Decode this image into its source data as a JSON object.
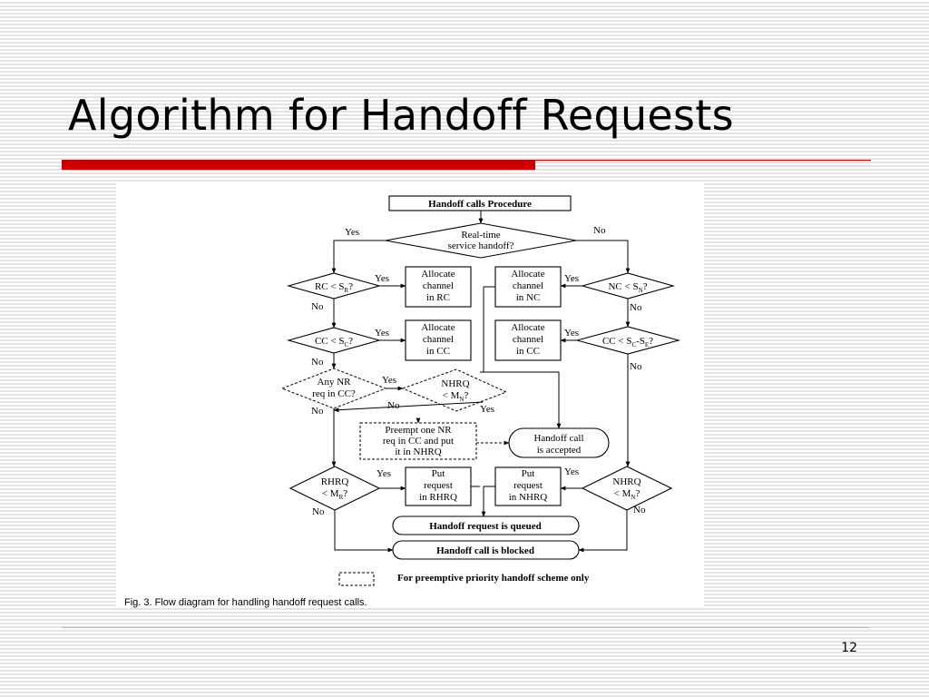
{
  "slide": {
    "title": "Algorithm for Handoff Requests",
    "page_number": "12"
  },
  "diagram": {
    "start": "Handoff calls Procedure",
    "realtime_line1": "Real-time",
    "realtime_line2": "service handoff?",
    "rc_check": {
      "base": "RC < S",
      "sub": "R",
      "tail": "?"
    },
    "nc_check": {
      "base": "NC < S",
      "sub": "N",
      "tail": "?"
    },
    "cc_sc_check": {
      "base": "CC < S",
      "sub": "C",
      "tail": "?"
    },
    "cc_sce_check": {
      "base": "CC < S",
      "sub": "C",
      "mid": "-S",
      "sub2": "E",
      "tail": "?"
    },
    "alloc_rc": [
      "Allocate",
      "channel",
      "in RC"
    ],
    "alloc_nc": [
      "Allocate",
      "channel",
      "in NC"
    ],
    "alloc_cc_left": [
      "Allocate",
      "channel",
      "in CC"
    ],
    "alloc_cc_right": [
      "Allocate",
      "channel",
      "in CC"
    ],
    "any_nr": [
      "Any NR",
      "req in CC?"
    ],
    "nhrq_mn_dashed": {
      "line1": "NHRQ",
      "base": "< M",
      "sub": "N",
      "tail": "?"
    },
    "preempt": [
      "Preempt one NR",
      "req in CC and put",
      "it in NHRQ"
    ],
    "accepted": [
      "Handoff call",
      "is accepted"
    ],
    "rhrq_check": {
      "line1": "RHRQ",
      "base": "< M",
      "sub": "R",
      "tail": "?"
    },
    "nhrq_check": {
      "line1": "NHRQ",
      "base": "< M",
      "sub": "N",
      "tail": "?"
    },
    "put_rhrq": [
      "Put",
      "request",
      "in RHRQ"
    ],
    "put_nhrq": [
      "Put",
      "request",
      "in NHRQ"
    ],
    "queued": "Handoff request is queued",
    "blocked": "Handoff call is blocked",
    "legend": "For preemptive priority handoff scheme only",
    "caption": "Fig. 3. Flow diagram for handling handoff request calls.",
    "labels": {
      "yes": "Yes",
      "no": "No"
    }
  }
}
